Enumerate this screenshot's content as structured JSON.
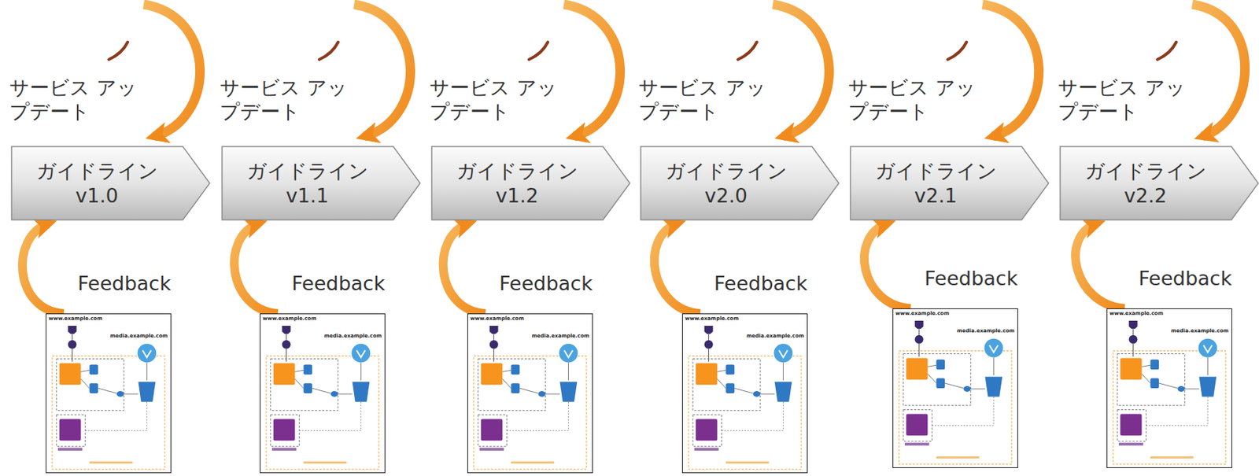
{
  "diagram": {
    "nodes": [
      {
        "text": [
          "ガイドライン",
          "v1.0"
        ]
      },
      {
        "text": [
          "ガイドライン",
          "v1.1"
        ]
      },
      {
        "text": [
          "ガイドライン",
          "v1.2"
        ]
      },
      {
        "text": [
          "ガイドライン",
          "v2.0"
        ]
      },
      {
        "text": [
          "ガイドライン",
          "v2.1"
        ]
      },
      {
        "text": [
          "ガイドライン",
          "v2.2"
        ]
      },
      {
        "text": [
          "www.example.com",
          "media.example.com"
        ]
      },
      {
        "text": [
          "www.example.com",
          "media.example.com"
        ]
      },
      {
        "text": [
          "www.example.com",
          "media.example.com"
        ]
      },
      {
        "text": [
          "www.example.com",
          "media.example.com"
        ]
      },
      {
        "text": [
          "www.example.com",
          "media.example.com"
        ]
      },
      {
        "text": [
          "www.example.com",
          "media.example.com"
        ]
      }
    ],
    "edges": [
      {
        "from": 6,
        "to": 0,
        "arrow": "to",
        "label": "Feedback"
      },
      {
        "from": 7,
        "to": 1,
        "arrow": "to",
        "label": "Feedback"
      },
      {
        "from": 8,
        "to": 2,
        "arrow": "to",
        "label": "Feedback"
      },
      {
        "from": 9,
        "to": 3,
        "arrow": "to",
        "label": "Feedback"
      },
      {
        "from": 10,
        "to": 4,
        "arrow": "to",
        "label": "Feedback"
      },
      {
        "from": 11,
        "to": 5,
        "arrow": "to",
        "label": "Feedback"
      }
    ],
    "labels": [
      "サービス アップデート",
      "サービス アップデート",
      "サービス アップデート",
      "サービス アップデート",
      "サービス アップデート",
      "サービス アップデート"
    ]
  }
}
